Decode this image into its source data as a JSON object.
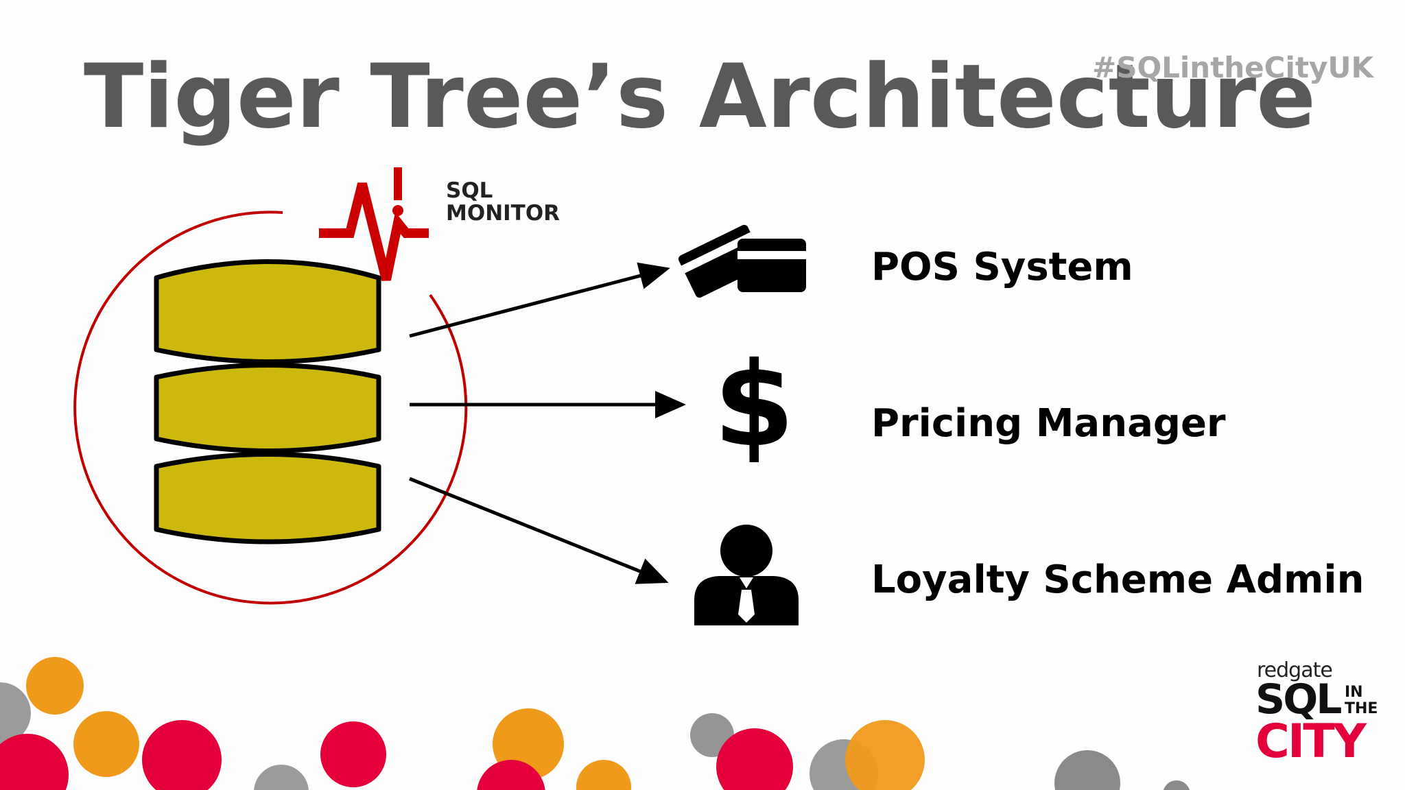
{
  "slide": {
    "title": "Tiger Tree’s Architecture",
    "hashtag": "#SQLintheCityUK"
  },
  "diagram": {
    "monitor_label_line1": "SQL",
    "monitor_label_line2": "MONITOR",
    "database_icon": "database-icon",
    "targets": [
      {
        "label": "POS System",
        "icon": "credit-card-icon"
      },
      {
        "label": "Pricing Manager",
        "icon": "dollar-icon",
        "glyph": "$"
      },
      {
        "label": "Loyalty Scheme Admin",
        "icon": "person-icon"
      }
    ]
  },
  "brand": {
    "company": "redgate",
    "product_line1": "SQL",
    "product_in": "IN",
    "product_the": "THE",
    "product_line2": "CITY"
  },
  "colors": {
    "title": "#595959",
    "hashtag": "#a6a6a6",
    "database_fill": "#cdb90d",
    "monitor_red": "#cc0000",
    "orange": "#f09a1c",
    "crimson": "#e4003b",
    "grey": "#8a8a8a"
  }
}
